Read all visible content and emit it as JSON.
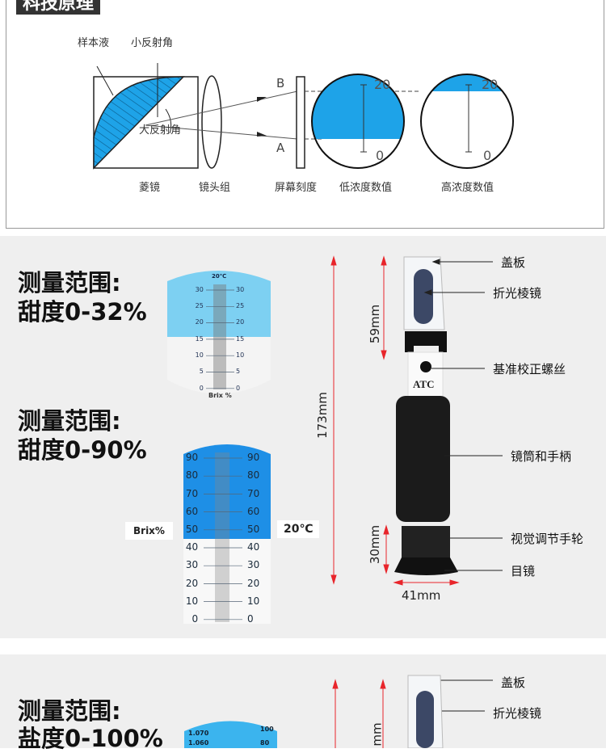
{
  "principle": {
    "title": "科技原理",
    "labels": {
      "sample_liquid": "样本液",
      "small_angle": "小反射角",
      "large_angle": "大反射角",
      "prism": "菱镜",
      "lens_group": "镜头组",
      "screen_scale": "屏幕刻度",
      "low_value": "低浓度数值",
      "high_value": "高浓度数值",
      "point_b": "B",
      "point_a": "A",
      "scale_top": "20",
      "scale_bottom": "0"
    }
  },
  "product1": {
    "range_heading": "测量范围:",
    "range_sugar_32": "甜度0-32%",
    "range_sugar_90": "甜度0-90%",
    "scale1": {
      "temp": "20℃",
      "unit": "Brix %",
      "ticks": [
        "30",
        "25",
        "20",
        "15",
        "10",
        "5",
        "0"
      ],
      "boundary": 16
    },
    "scale2": {
      "ticks": [
        "90",
        "80",
        "70",
        "60",
        "50",
        "40",
        "30",
        "20",
        "10",
        "0"
      ],
      "boundary": 46,
      "left_tag": "Brix%",
      "right_tag": "20℃"
    },
    "dimensions": {
      "total": "173mm",
      "prism": "59mm",
      "eyepiece": "30mm",
      "width": "41mm"
    },
    "device_text": "ATC",
    "parts": [
      "盖板",
      "折光棱镜",
      "基准校正螺丝",
      "镜筒和手柄",
      "视觉调节手轮",
      "目镜"
    ]
  },
  "product2": {
    "range_heading": "测量范围:",
    "range_salt": "盐度0-100%",
    "scale_left": [
      "1.070",
      "1.060"
    ],
    "scale_right": [
      "100",
      "80"
    ],
    "dimension_partial": "mm",
    "parts": [
      "盖板",
      "折光棱镜"
    ]
  },
  "colors": {
    "blue": "#1ea3e8",
    "light_blue": "#7dd0f2",
    "red": "#e8252b"
  }
}
